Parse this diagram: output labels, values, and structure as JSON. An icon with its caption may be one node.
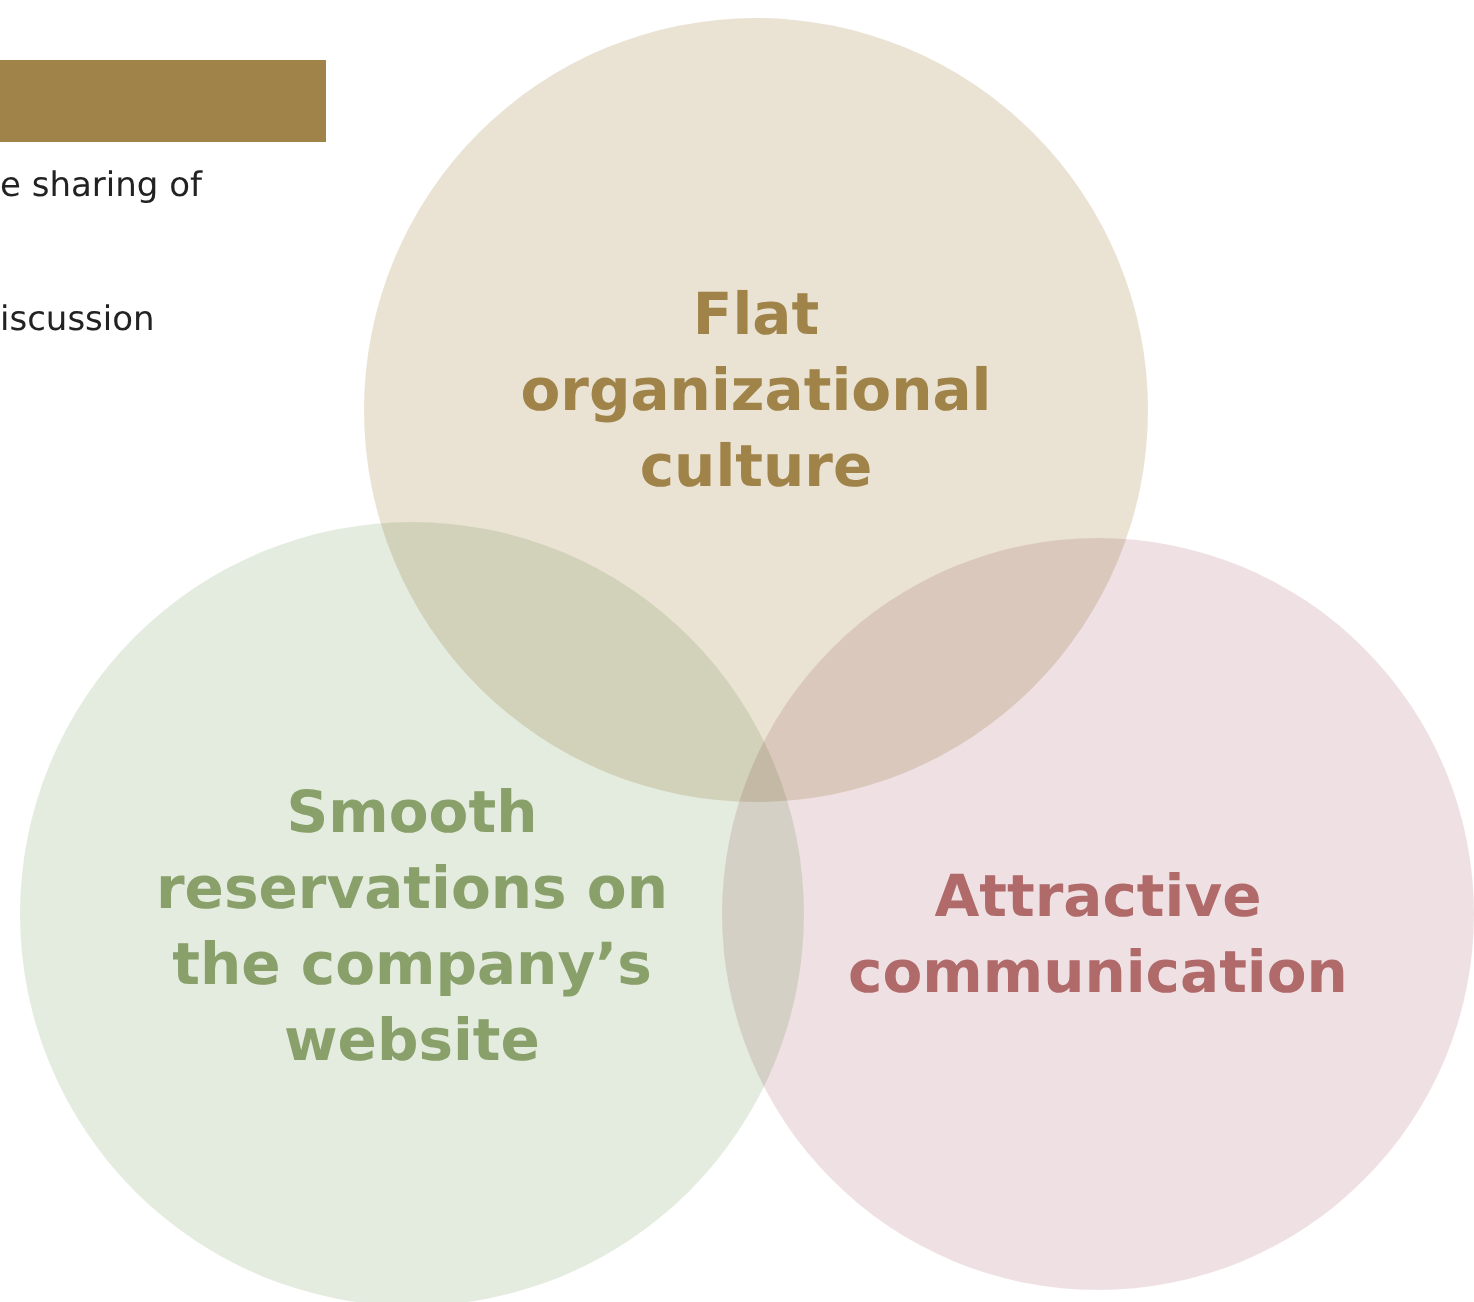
{
  "diagram": {
    "nodes": [
      {
        "text": [
          "Flat organizational culture"
        ]
      },
      {
        "text": [
          "Smooth reservations on the company’s website"
        ]
      },
      {
        "text": [
          "Attractive communication"
        ]
      }
    ],
    "labels": [
      "e sharing of",
      "iscussion"
    ]
  }
}
